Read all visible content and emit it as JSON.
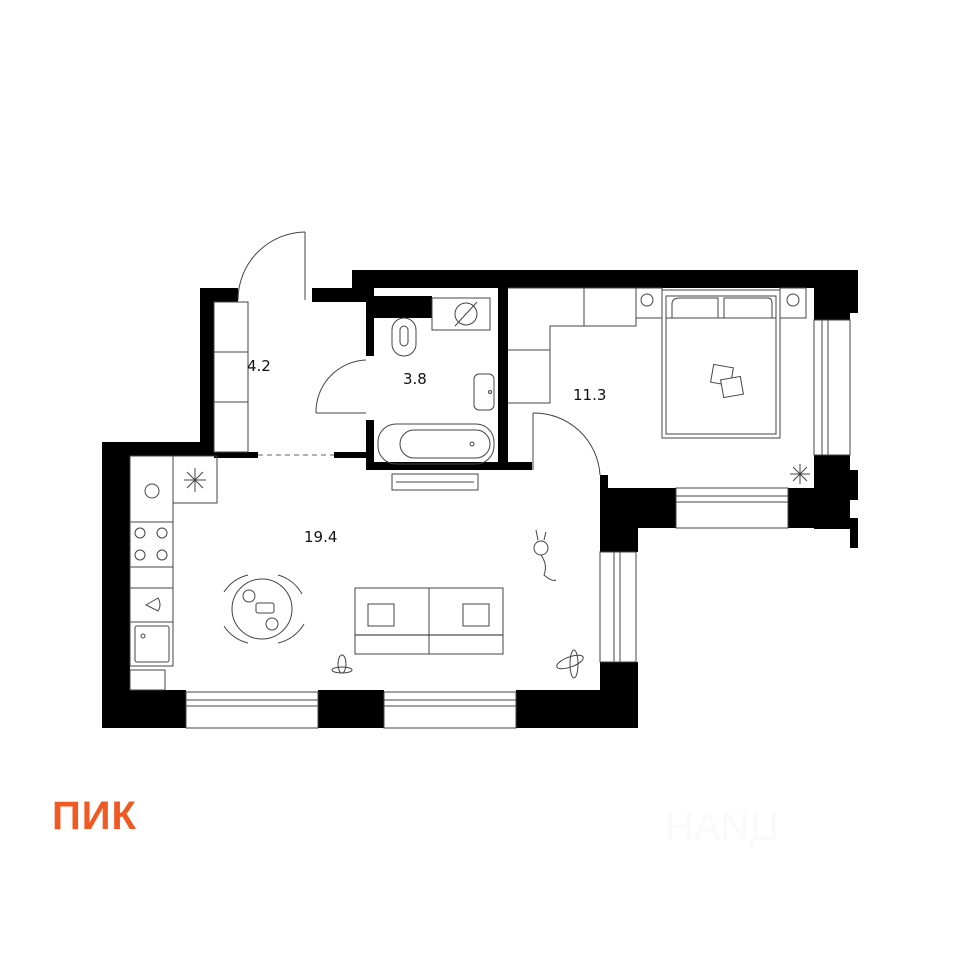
{
  "plan": {
    "rooms": [
      {
        "name": "hallway",
        "area": "4.2"
      },
      {
        "name": "bathroom",
        "area": "3.8"
      },
      {
        "name": "bedroom",
        "area": "11.3"
      },
      {
        "name": "living-kitchen",
        "area": "19.4"
      }
    ]
  },
  "brand": {
    "logo_text": "ПИК",
    "color": "#F05A22",
    "watermark": "ЦИАН"
  },
  "colors": {
    "walls": "#000000",
    "lines": "#444444"
  }
}
